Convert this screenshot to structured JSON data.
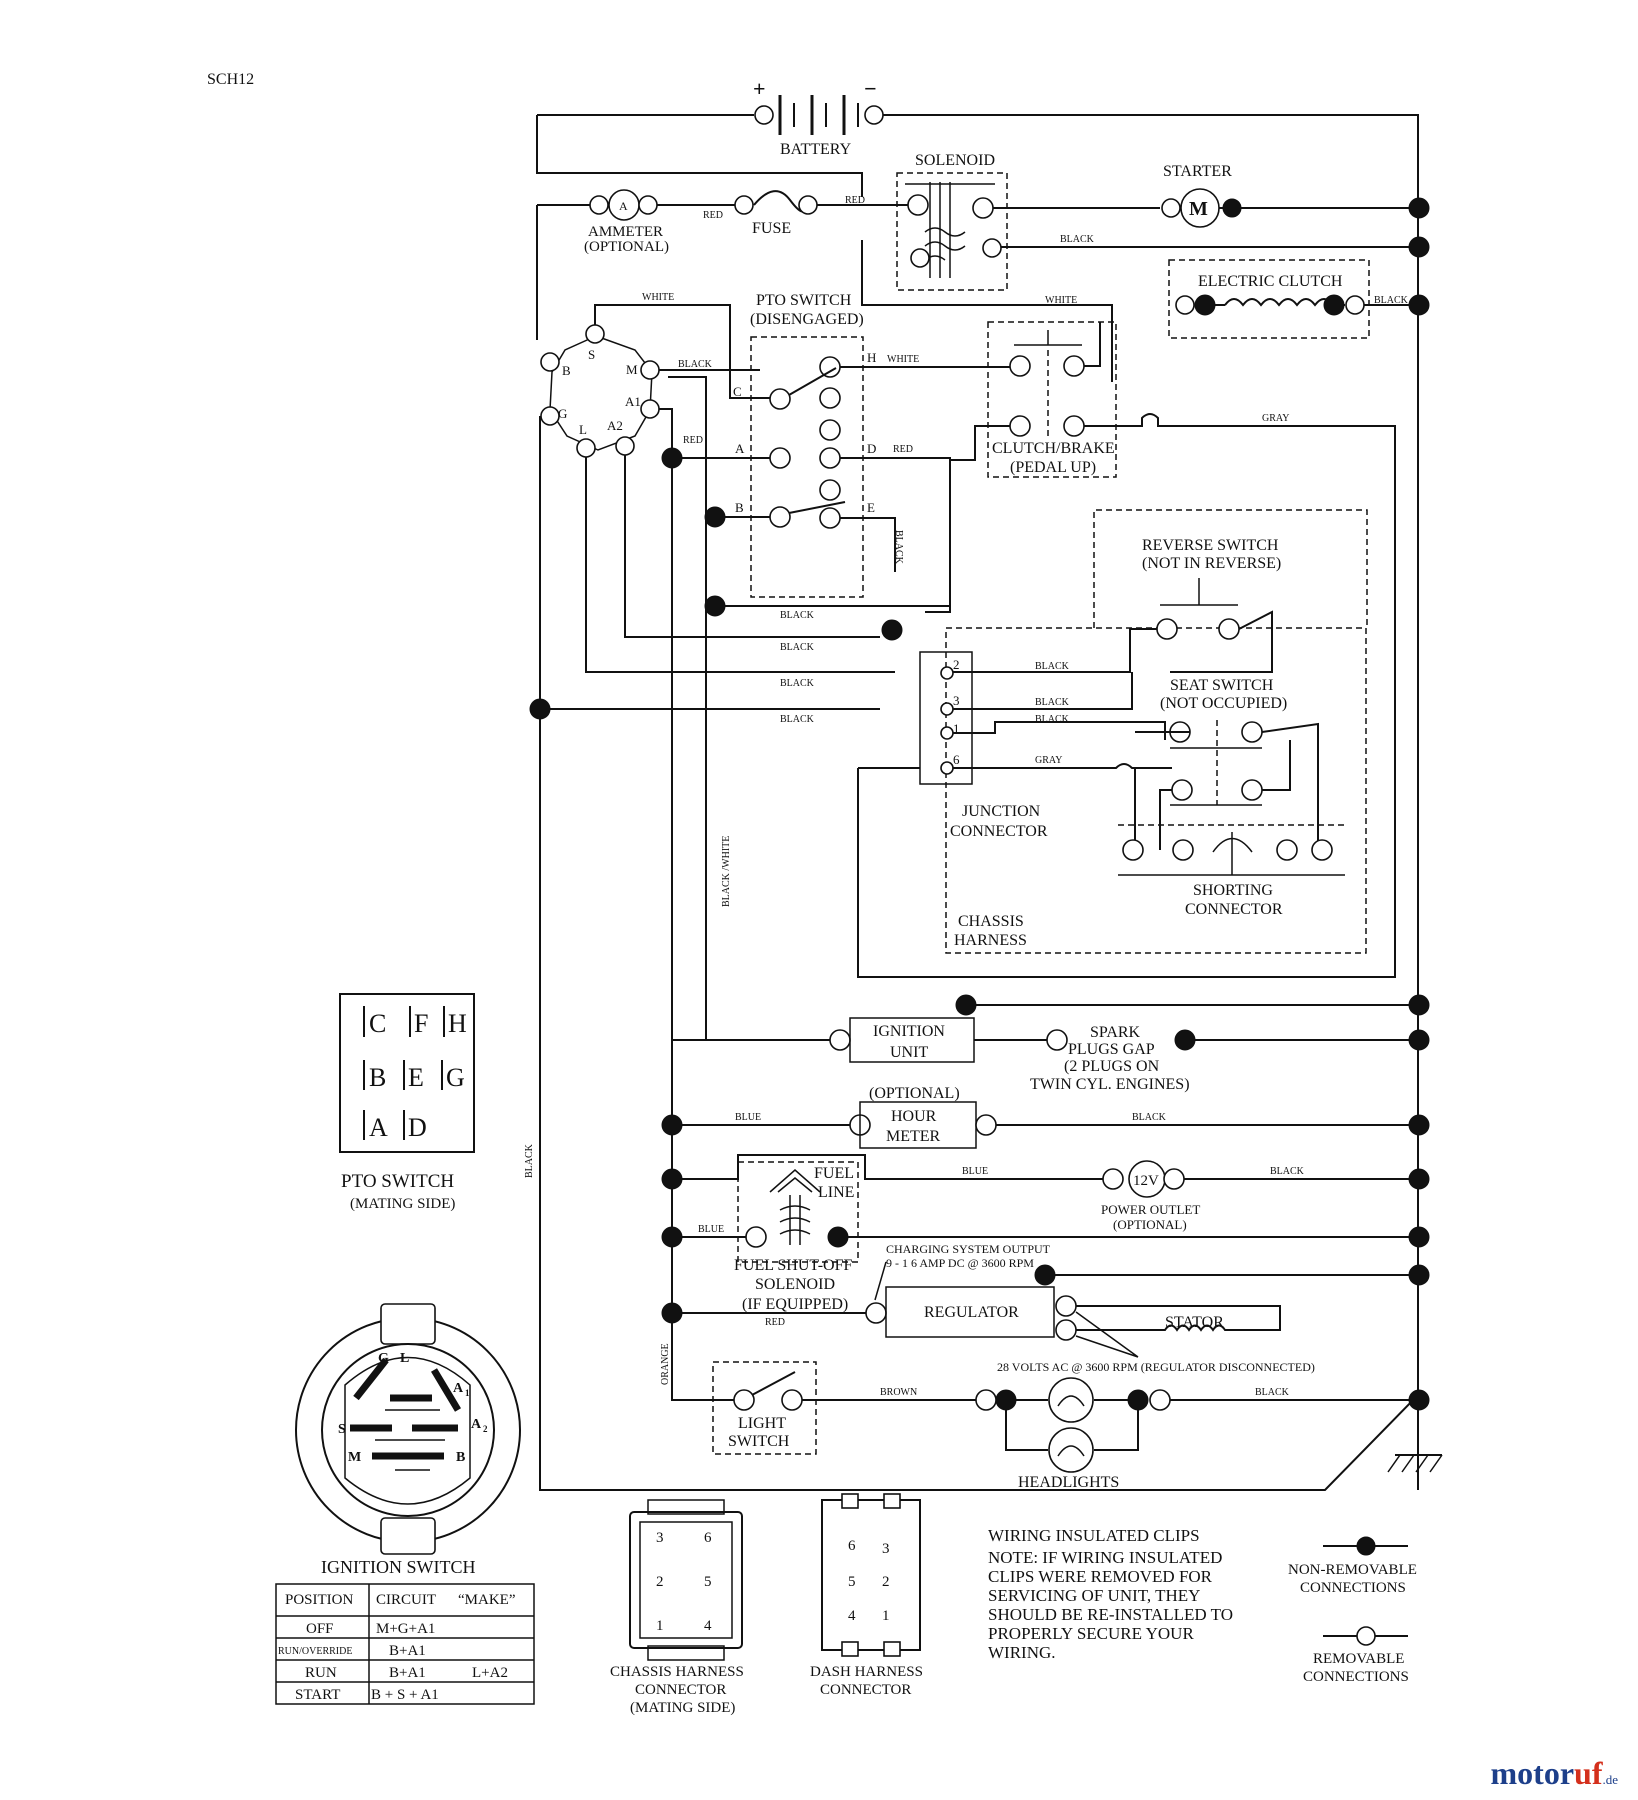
{
  "page": {
    "code": "SCH12"
  },
  "components": {
    "battery": "BATTERY",
    "battery_plus": "+",
    "battery_minus": "−",
    "solenoid": "SOLENOID",
    "starter": "STARTER",
    "starter_symbol": "M",
    "ammeter": "AMMETER",
    "ammeter_optional": "(OPTIONAL)",
    "ammeter_symbol": "A",
    "fuse": "FUSE",
    "electric_clutch": "ELECTRIC CLUTCH",
    "pto_switch_1": "PTO SWITCH",
    "pto_switch_2": "(DISENGAGED)",
    "clutch_brake_1": "CLUTCH/BRAKE",
    "clutch_brake_2": "(PEDAL UP)",
    "reverse_switch_1": "REVERSE SWITCH",
    "reverse_switch_2": "(NOT IN REVERSE)",
    "seat_switch_1": "SEAT SWITCH",
    "seat_switch_2": "(NOT OCCUPIED)",
    "junction_1": "JUNCTION",
    "junction_2": "CONNECTOR",
    "shorting_1": "SHORTING",
    "shorting_2": "CONNECTOR",
    "chassis_h_1": "CHASSIS",
    "chassis_h_2": "HARNESS",
    "ignition_unit_1": "IGNITION",
    "ignition_unit_2": "UNIT",
    "spark_1": "SPARK",
    "spark_2": "PLUGS GAP",
    "spark_3": "(2 PLUGS ON",
    "spark_4": "TWIN CYL. ENGINES)",
    "hour_optional": "(OPTIONAL)",
    "hour_1": "HOUR",
    "hour_2": "METER",
    "fuel_line_1": "FUEL",
    "fuel_line_2": "LINE",
    "power_outlet_symbol": "12V",
    "power_outlet_1": "POWER OUTLET",
    "power_outlet_2": "(OPTIONAL)",
    "fuel_sol_1": "FUEL SHUT-OFF",
    "fuel_sol_2": "SOLENOID",
    "fuel_sol_3": "(IF EQUIPPED)",
    "charging_1": "CHARGING SYSTEM OUTPUT",
    "charging_2": "9 - 1 6 AMP DC @ 3600 RPM",
    "regulator": "REGULATOR",
    "stator": "STATOR",
    "volts_ac": "28 VOLTS AC @ 3600 RPM (REGULATOR DISCONNECTED)",
    "light_1": "LIGHT",
    "light_2": "SWITCH",
    "headlights": "HEADLIGHTS"
  },
  "ignition_terminals": {
    "s": "S",
    "b": "B",
    "g": "G",
    "l": "L",
    "a2": "A2",
    "a1": "A1",
    "m": "M"
  },
  "pto_terminals": {
    "c": "C",
    "a": "A",
    "b": "B",
    "h": "H",
    "d": "D",
    "e": "E"
  },
  "junction_pins": {
    "p2": "2",
    "p3": "3",
    "p1": "1",
    "p6": "6"
  },
  "wires": {
    "red": "RED",
    "black": "BLACK",
    "white": "WHITE",
    "gray": "GRAY",
    "blue": "BLUE",
    "brown": "BROWN",
    "orange": "ORANGE",
    "black_white": "BLACK /WHITE"
  },
  "pto_mating": {
    "letters": [
      "C",
      "F",
      "H",
      "B",
      "E",
      "G",
      "A",
      "D"
    ],
    "title": "PTO SWITCH",
    "subtitle": "(MATING SIDE)"
  },
  "ignition_switch": {
    "title": "IGNITION SWITCH",
    "face": {
      "g": "G",
      "l": "L",
      "a1": "A",
      "a1_sub": "1",
      "a2": "A",
      "a2_sub": "2",
      "s": "S",
      "m": "M",
      "b": "B"
    },
    "headers": [
      "POSITION",
      "CIRCUIT",
      "“MAKE”"
    ],
    "rows": [
      {
        "position": "OFF",
        "circuit": "M+G+A1",
        "extra": ""
      },
      {
        "position": "RUN/OVERRIDE",
        "circuit": "B+A1",
        "extra": ""
      },
      {
        "position": "RUN",
        "circuit": "B+A1",
        "extra": "L+A2"
      },
      {
        "position": "START",
        "circuit": "B + S + A1",
        "extra": ""
      }
    ]
  },
  "chassis_connector": {
    "pins": [
      "3",
      "6",
      "2",
      "5",
      "1",
      "4"
    ],
    "title_1": "CHASSIS HARNESS",
    "title_2": "CONNECTOR",
    "title_3": "(MATING SIDE)"
  },
  "dash_connector": {
    "pins": [
      "6",
      "3",
      "5",
      "2",
      "4",
      "1"
    ],
    "title_1": "DASH HARNESS",
    "title_2": "CONNECTOR"
  },
  "notes": {
    "heading": "WIRING INSULATED CLIPS",
    "lines": [
      "NOTE:  IF WIRING INSULATED",
      "CLIPS WERE REMOVED FOR",
      "SERVICING OF UNIT, THEY",
      "SHOULD BE RE-INSTALLED TO",
      "PROPERLY SECURE YOUR",
      "WIRING."
    ]
  },
  "legend": {
    "non_removable_1": "NON-REMOVABLE",
    "non_removable_2": "CONNECTIONS",
    "removable_1": "REMOVABLE",
    "removable_2": "CONNECTIONS"
  },
  "watermark": {
    "part1": "motor",
    "part2": "uf",
    "part3": ".de"
  }
}
